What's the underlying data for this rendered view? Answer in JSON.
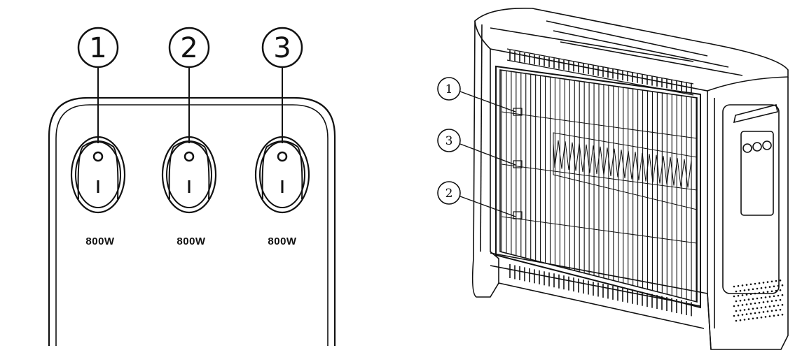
{
  "panel": {
    "switches": [
      {
        "number": "1",
        "off_mark": "O",
        "on_mark": "I",
        "power": "800W"
      },
      {
        "number": "2",
        "off_mark": "O",
        "on_mark": "I",
        "power": "800W"
      },
      {
        "number": "3",
        "off_mark": "O",
        "on_mark": "I",
        "power": "800W"
      }
    ]
  },
  "heater": {
    "callouts": [
      {
        "number": "1"
      },
      {
        "number": "3"
      },
      {
        "number": "2"
      }
    ]
  },
  "colors": {
    "line": "#111111",
    "background": "#ffffff"
  }
}
